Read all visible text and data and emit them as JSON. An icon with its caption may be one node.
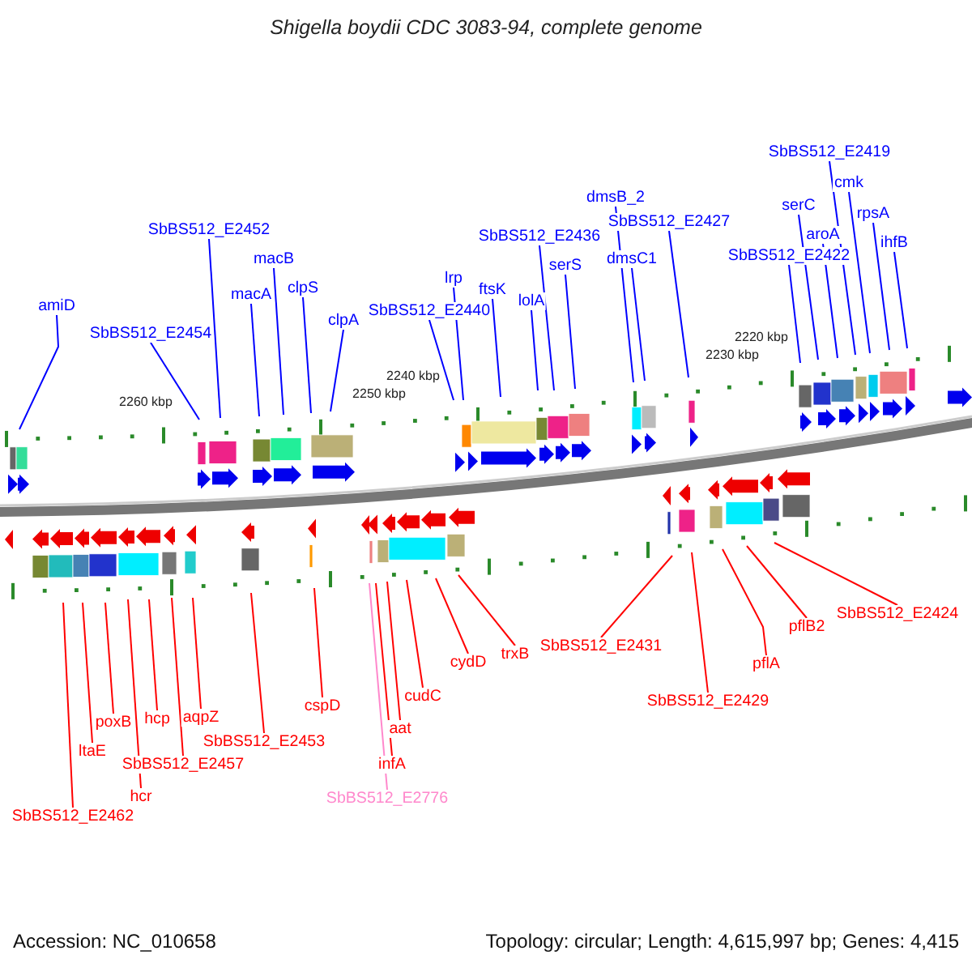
{
  "diagram": {
    "title": "Shigella boydii CDC 3083-94, complete genome",
    "nodes": [
      {
        "text": [
          "amiD"
        ]
      },
      {
        "text": [
          "SbBS512_E2454"
        ]
      },
      {
        "text": [
          "SbBS512_E2452"
        ]
      },
      {
        "text": [
          "macA"
        ]
      },
      {
        "text": [
          "macB"
        ]
      },
      {
        "text": [
          "clpS"
        ]
      },
      {
        "text": [
          "clpA"
        ]
      },
      {
        "text": [
          "SbBS512_E2440"
        ]
      },
      {
        "text": [
          "lrp"
        ]
      },
      {
        "text": [
          "ftsK"
        ]
      },
      {
        "text": [
          "SbBS512_E2436"
        ]
      },
      {
        "text": [
          "lolA"
        ]
      },
      {
        "text": [
          "serS"
        ]
      },
      {
        "text": [
          "dmsB_2"
        ]
      },
      {
        "text": [
          "dmsC1"
        ]
      },
      {
        "text": [
          "SbBS512_E2427"
        ]
      },
      {
        "text": [
          "SbBS512_E2422"
        ]
      },
      {
        "text": [
          "serC"
        ]
      },
      {
        "text": [
          "aroA"
        ]
      },
      {
        "text": [
          "SbBS512_E2419"
        ]
      },
      {
        "text": [
          "cmk"
        ]
      },
      {
        "text": [
          "rpsA"
        ]
      },
      {
        "text": [
          "ihfB"
        ]
      },
      {
        "text": [
          "SbBS512_E2462"
        ]
      },
      {
        "text": [
          "ltaE"
        ]
      },
      {
        "text": [
          "poxB"
        ]
      },
      {
        "text": [
          "hcr"
        ]
      },
      {
        "text": [
          "hcp"
        ]
      },
      {
        "text": [
          "SbBS512_E2457"
        ]
      },
      {
        "text": [
          "aqpZ"
        ]
      },
      {
        "text": [
          "SbBS512_E2453"
        ]
      },
      {
        "text": [
          "cspD"
        ]
      },
      {
        "text": [
          "infA"
        ]
      },
      {
        "text": [
          "SbBS512_E2776"
        ]
      },
      {
        "text": [
          "aat"
        ]
      },
      {
        "text": [
          "cudC"
        ]
      },
      {
        "text": [
          "cydD"
        ]
      },
      {
        "text": [
          "trxB"
        ]
      },
      {
        "text": [
          "SbBS512_E2431"
        ]
      },
      {
        "text": [
          "SbBS512_E2429"
        ]
      },
      {
        "text": [
          "pflA"
        ]
      },
      {
        "text": [
          "pflB2"
        ]
      },
      {
        "text": [
          "SbBS512_E2424"
        ]
      }
    ],
    "edges": [
      {
        "from": 0,
        "to": null,
        "arrow": "none"
      },
      {
        "from": 1,
        "to": null,
        "arrow": "none"
      },
      {
        "from": 2,
        "to": null,
        "arrow": "none"
      },
      {
        "from": 3,
        "to": null,
        "arrow": "none"
      },
      {
        "from": 4,
        "to": null,
        "arrow": "none"
      },
      {
        "from": 5,
        "to": null,
        "arrow": "none"
      },
      {
        "from": 6,
        "to": null,
        "arrow": "none"
      },
      {
        "from": 7,
        "to": null,
        "arrow": "none"
      },
      {
        "from": 8,
        "to": null,
        "arrow": "none"
      },
      {
        "from": 9,
        "to": null,
        "arrow": "none"
      },
      {
        "from": 10,
        "to": null,
        "arrow": "none"
      },
      {
        "from": 11,
        "to": null,
        "arrow": "none"
      },
      {
        "from": 12,
        "to": null,
        "arrow": "none"
      },
      {
        "from": 13,
        "to": null,
        "arrow": "none"
      },
      {
        "from": 14,
        "to": null,
        "arrow": "none"
      },
      {
        "from": 15,
        "to": null,
        "arrow": "none"
      },
      {
        "from": 16,
        "to": null,
        "arrow": "none"
      },
      {
        "from": 17,
        "to": null,
        "arrow": "none"
      },
      {
        "from": 18,
        "to": null,
        "arrow": "none"
      },
      {
        "from": 19,
        "to": null,
        "arrow": "none"
      },
      {
        "from": 20,
        "to": null,
        "arrow": "none"
      },
      {
        "from": 21,
        "to": null,
        "arrow": "none"
      },
      {
        "from": 22,
        "to": null,
        "arrow": "none"
      },
      {
        "from": 23,
        "to": null,
        "arrow": "none",
        "color": "#ff0000"
      },
      {
        "from": 24,
        "to": null,
        "arrow": "none",
        "color": "#ff0000"
      },
      {
        "from": 25,
        "to": null,
        "arrow": "none",
        "color": "#ff0000"
      },
      {
        "from": 26,
        "to": null,
        "arrow": "none",
        "color": "#ff0000"
      },
      {
        "from": 27,
        "to": null,
        "arrow": "none",
        "color": "#ff0000"
      },
      {
        "from": 28,
        "to": null,
        "arrow": "none",
        "color": "#ff0000"
      },
      {
        "from": 29,
        "to": null,
        "arrow": "none",
        "color": "#ff0000"
      },
      {
        "from": 30,
        "to": null,
        "arrow": "none",
        "color": "#ff0000"
      },
      {
        "from": 31,
        "to": null,
        "arrow": "none",
        "color": "#ff0000"
      },
      {
        "from": 32,
        "to": null,
        "arrow": "none",
        "color": "#ff0000"
      },
      {
        "from": 33,
        "to": null,
        "arrow": "none",
        "color": "#ff88cc"
      },
      {
        "from": 34,
        "to": null,
        "arrow": "none",
        "color": "#ff0000"
      },
      {
        "from": 35,
        "to": null,
        "arrow": "none",
        "color": "#ff0000"
      },
      {
        "from": 36,
        "to": null,
        "arrow": "none",
        "color": "#ff0000"
      },
      {
        "from": 37,
        "to": null,
        "arrow": "none",
        "color": "#ff0000"
      },
      {
        "from": 38,
        "to": null,
        "arrow": "none",
        "color": "#ff0000"
      },
      {
        "from": 39,
        "to": null,
        "arrow": "none",
        "color": "#ff0000"
      },
      {
        "from": 40,
        "to": null,
        "arrow": "none",
        "color": "#ff0000"
      },
      {
        "from": 41,
        "to": null,
        "arrow": "none",
        "color": "#ff0000"
      },
      {
        "from": 42,
        "to": null,
        "arrow": "none",
        "color": "#ff0000"
      }
    ],
    "labels": [
      "2260 kbp",
      "2250 kbp",
      "2240 kbp",
      "2230 kbp",
      "2220 kbp",
      "Accession: NC_010658",
      "Topology: circular; Length: 4,615,997 bp; Genes: 4,415"
    ]
  }
}
